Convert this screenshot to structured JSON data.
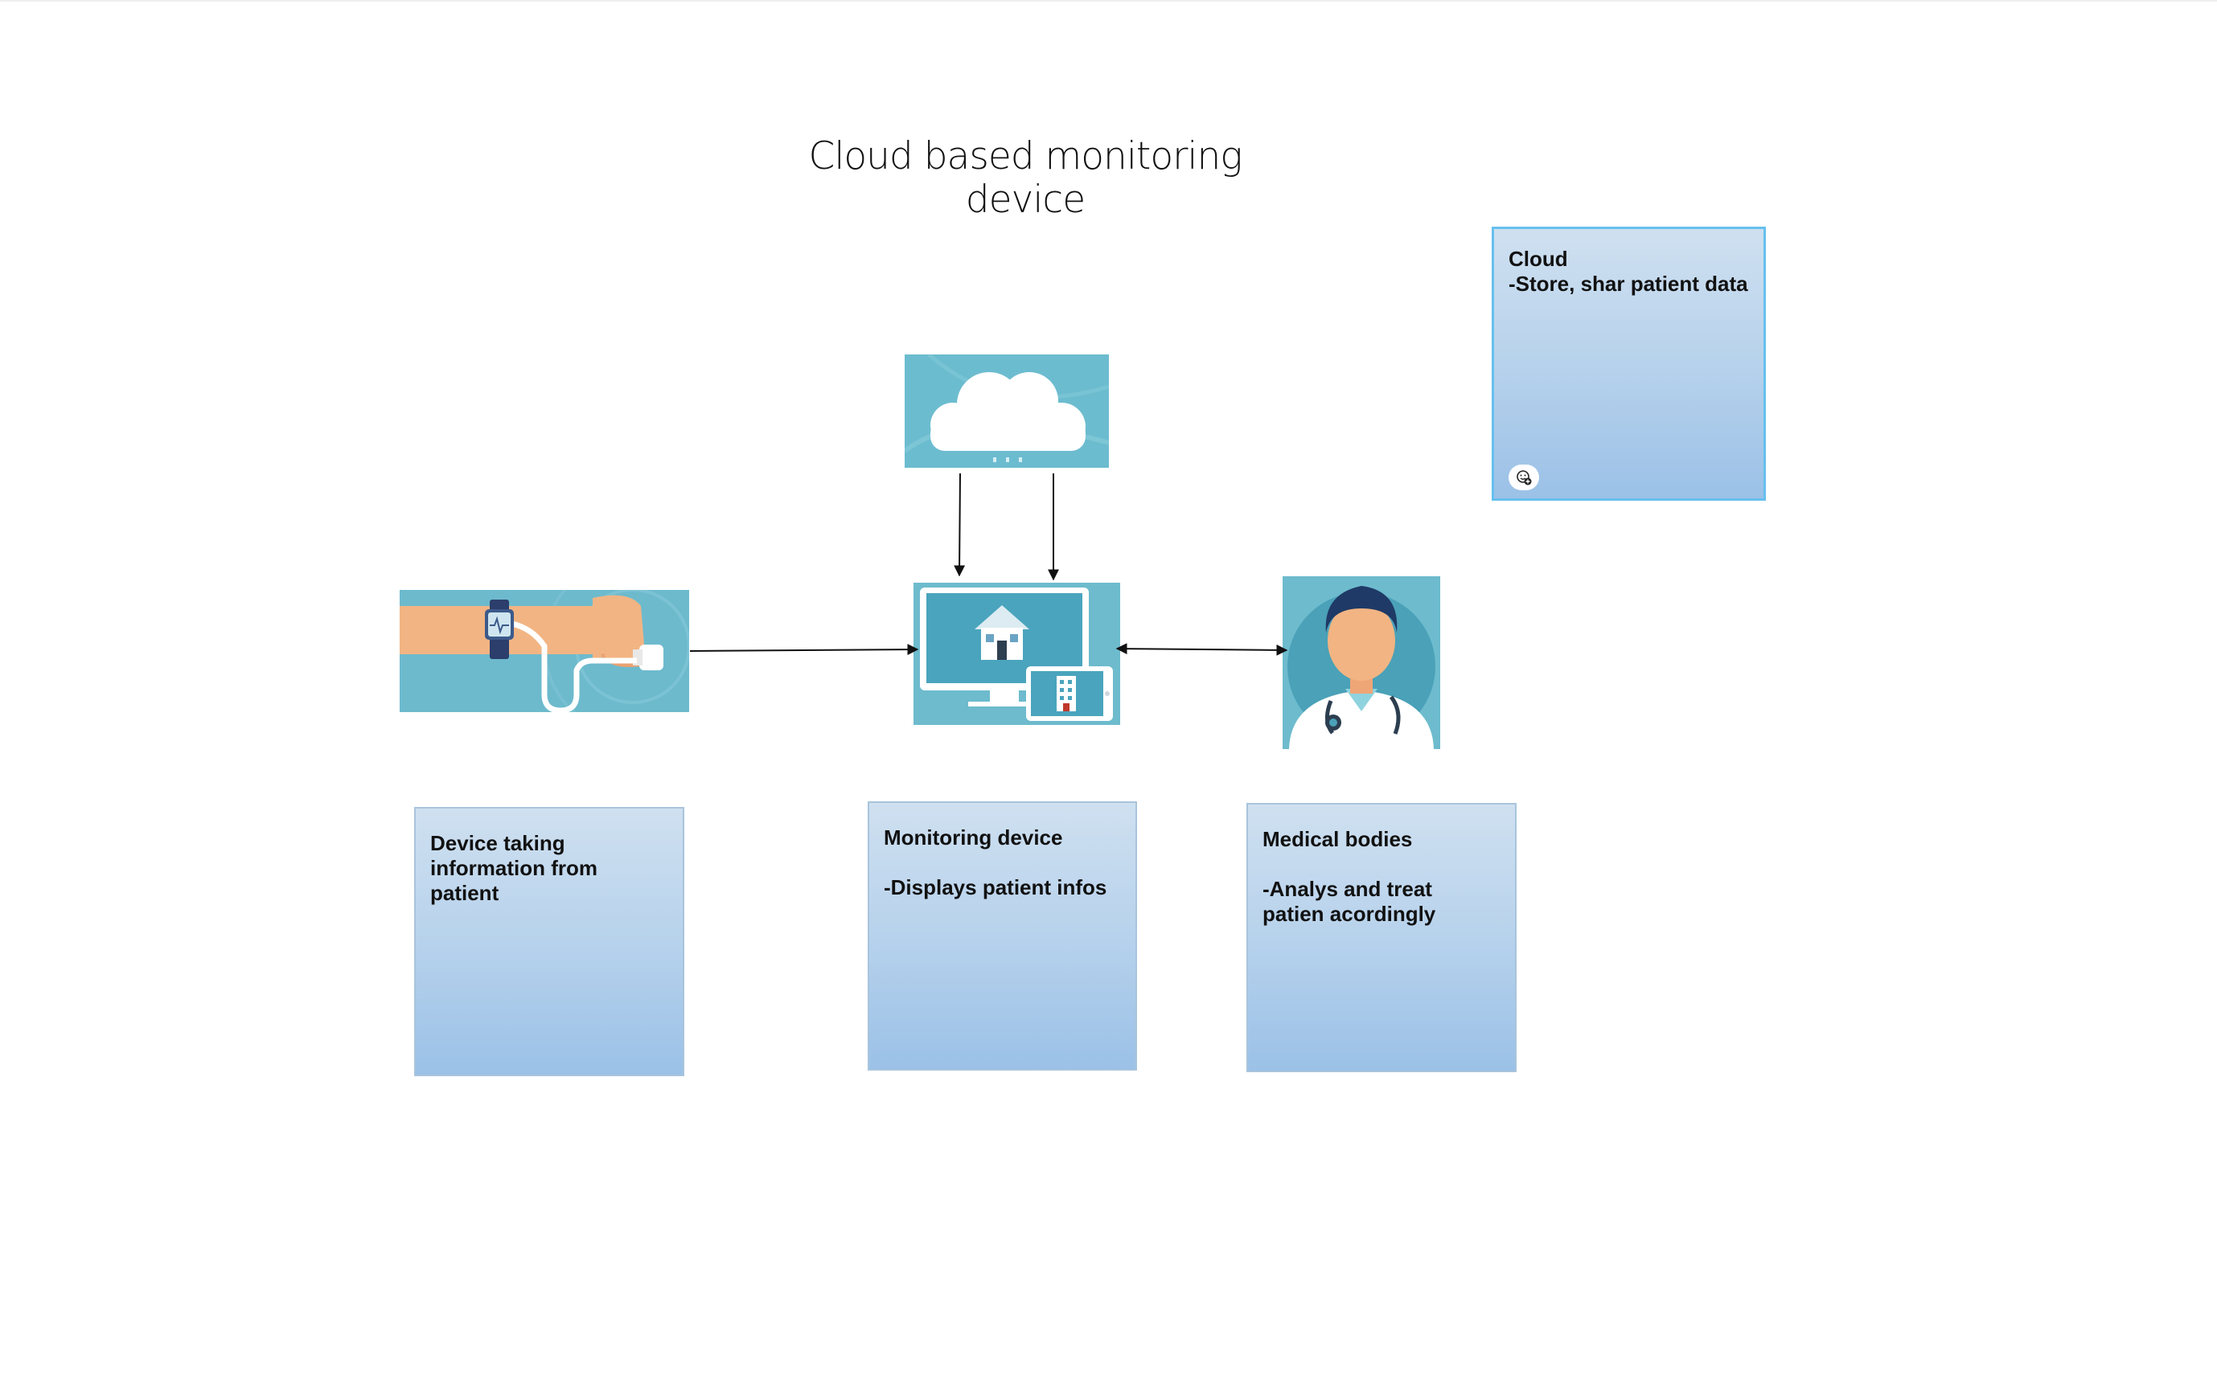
{
  "diagram": {
    "title_lines": [
      "Cloud based monitoring",
      "device"
    ],
    "icons": {
      "cloud": "cloud-icon",
      "wearable": "smartwatch-sensor-icon",
      "monitor": "home-monitor-tablet-icon",
      "doctor": "doctor-avatar-icon",
      "reaction": "add-reaction-icon"
    },
    "notes": {
      "cloud": [
        "Cloud",
        "-Store, shar patient data"
      ],
      "device": [
        "Device taking information from patient"
      ],
      "monitoring": [
        "Monitoring device",
        "",
        "-Displays patient infos"
      ],
      "medical": [
        "Medical bodies",
        "",
        "-Analys and treat patien acordingly"
      ]
    },
    "connections": [
      {
        "from": "cloud",
        "to": "monitoring-device",
        "direction": "one-way"
      },
      {
        "from": "cloud",
        "to": "monitoring-device",
        "direction": "one-way"
      },
      {
        "from": "wearable",
        "to": "monitoring-device",
        "direction": "one-way"
      },
      {
        "from": "monitoring-device",
        "to": "doctor",
        "direction": "two-way"
      }
    ],
    "colors": {
      "tile_background": "#6bb9cc",
      "note_top": "#cfe0f0",
      "note_bottom": "#9bc1e7",
      "selection": "#66c0ee"
    }
  }
}
